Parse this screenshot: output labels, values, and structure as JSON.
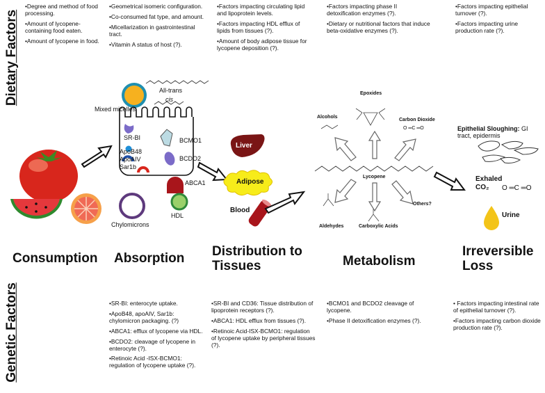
{
  "side_labels": {
    "dietary": "Dietary Factors",
    "genetic": "Genetic Factors"
  },
  "dietary": {
    "consumption": [
      "•Degree and method of food processing.",
      "•Amount of lycopene-containing food eaten.",
      "•Amount of lycopene in food."
    ],
    "absorption": [
      "•Geometrical isomeric configuration.",
      "•Co-consumed fat type, and amount.",
      "•Micellarization in gastrointestinal tract.",
      "•Vitamin A status of host (?)."
    ],
    "distribution": [
      "•Factors impacting circulating lipid and lipoprotein levels.",
      "•Factors impacting HDL efflux of lipids from tissues (?).",
      "•Amount of body adipose tissue for lycopene deposition (?)."
    ],
    "metabolism": [
      "•Factors impacting phase II detoxification enzymes (?).",
      "•Dietary or nutritional factors that induce beta-oxidative enzymes (?)."
    ],
    "loss": [
      "•Factors impacting epithelial turnover (?).",
      "•Factors impacting urine production rate (?)."
    ]
  },
  "genetic": {
    "absorption": [
      "•SR-BI: enterocyte uptake.",
      "•ApoB48, apoAIV, Sar1b: chylomicron packaging. (?)",
      "•ABCA1: efflux of lycopene via HDL.",
      "•BCDO2: cleavage of lycopene in enterocyte (?).",
      "•Retinoic Acid -ISX-BCMO1: regulation of lycopene uptake (?)."
    ],
    "distribution": [
      "•SR-BI and CD36: Tissue distribution of lipoprotein receptors (?).",
      "•ABCA1: HDL efflux from tissues (?).",
      "•Retinoic Acid-ISX-BCMO1: regulation of lycopene uptake by peripheral tissues (?)."
    ],
    "metabolism": [
      "•BCMO1 and BCDO2 cleavage of lycopene.",
      "•Phase II detoxification enzymes (?)."
    ],
    "loss": [
      "• Factors impacting intestinal rate of epithelial turnover (?).",
      "•Factors impacting carbon dioxide production rate (?)."
    ]
  },
  "stages": {
    "consumption": "Consumption",
    "absorption": "Absorption",
    "distribution": "Distribution to Tissues",
    "metabolism": "Metabolism",
    "loss": "Irreversible Loss"
  },
  "absorption_labels": {
    "all_trans": "All-trans",
    "cis": "cis",
    "mixed_micelles": "Mixed micelles",
    "sr_bi": "SR-BI",
    "bcmo1": "BCMO1",
    "bcdo2": "BCDO2",
    "apob48": "ApoB48",
    "apoaiv": "ApoAIV",
    "sar1b": "Sar1b",
    "abca1": "ABCA1",
    "chylomicrons": "Chylomicrons",
    "hdl": "HDL"
  },
  "distribution_labels": {
    "liver": "Liver",
    "adipose": "Adipose",
    "blood": "Blood"
  },
  "metabolism_labels": {
    "epoxides": "Epoxides",
    "alcohols": "Alcohols",
    "carbon_dioxide": "Carbon Dioxide",
    "lycopene": "Lycopene",
    "aldehydes": "Aldehydes",
    "carboxylic_acids": "Carboxylic Acids",
    "others": "Others?",
    "co2_struct": "O ═C ═O"
  },
  "loss_labels": {
    "sloughing_title": "Epithelial Sloughing:",
    "sloughing_text": "GI tract, epidermis",
    "exhaled": "Exhaled",
    "co2": "CO₂",
    "co2_struct": "O ═C ═O",
    "urine": "Urine"
  },
  "colors": {
    "tomato": "#d8261c",
    "liver": "#7a1515",
    "adipose": "#f7ec1a",
    "blood": "#a8151b",
    "micelle_ring": "#1f8fb0",
    "micelle_fill": "#f6b11f",
    "chylo_ring": "#5e3a7d",
    "hdl_ring": "#2f8a3a",
    "hdl_fill": "#9ad06a",
    "urine": "#f3c419"
  }
}
